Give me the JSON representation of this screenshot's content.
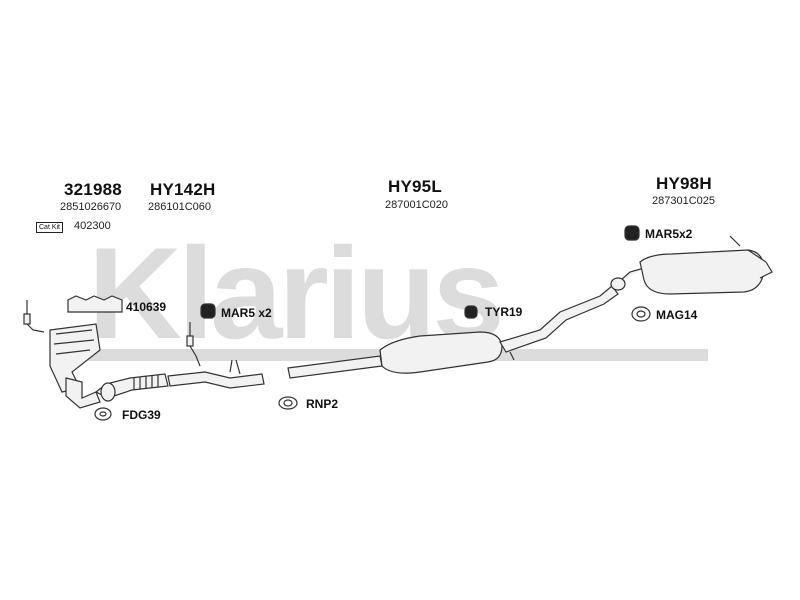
{
  "brand_watermark": "Klarius",
  "groups": [
    {
      "code": "321988",
      "ref": "2851026670"
    },
    {
      "code": "HY142H",
      "ref": "286101C060"
    },
    {
      "code": "HY95L",
      "ref": "287001C020"
    },
    {
      "code": "HY98H",
      "ref": "287301C025"
    }
  ],
  "catkit": {
    "tag": "Cat Kit",
    "number": "402300"
  },
  "parts": {
    "gaskets": "410639",
    "mount_left": "MAR5 x2",
    "mount_right": "MAR5x2",
    "tyr": "TYR19",
    "mag": "MAG14",
    "rnp": "RNP2",
    "fdg": "FDG39"
  },
  "colors": {
    "watermark": "#dcdcdc",
    "line": "#333333",
    "pipe_fill": "#f2f2f2"
  }
}
